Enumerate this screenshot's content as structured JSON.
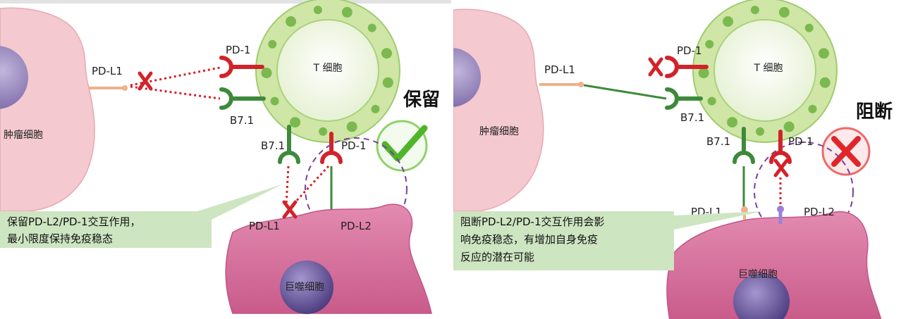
{
  "left": {
    "tumor_cell": "肿瘤细胞",
    "pd_l1_top": "PD-L1",
    "pd_1_top": "PD-1",
    "b71_top": "B7.1",
    "t_cell": "T 细胞",
    "status": "保留",
    "b71_bottom": "B7.1",
    "pd_1_bottom": "PD-1",
    "pd_l1_bottom": "PD-L1",
    "pd_l2": "PD-L2",
    "macrophage": "巨噬细胞",
    "callout": [
      "保留PD-L2/PD-1交互作用，",
      "最小限度保持免疫稳态"
    ]
  },
  "right": {
    "tumor_cell": "肿瘤细胞",
    "pd_l1_top": "PD-L1",
    "pd_1_top": "PD-1",
    "b71_top": "B7.1",
    "t_cell": "T 细胞",
    "status": "阻断",
    "b71_bottom": "B7.1",
    "pd_1_bottom": "PD-1",
    "pd_l1_bottom": "PD-L1",
    "pd_l2": "PD-L2",
    "macrophage": "巨噬细胞",
    "callout": [
      "阻断PD-L2/PD-1交互作用会影",
      "响免疫稳态，有增加自身免疫",
      "反应的潜在可能"
    ]
  },
  "colors": {
    "tumor": "#f4c9cf",
    "macrophage": "#d5709b",
    "nucleus": "#5c4a8c",
    "t_cell_outer": "#cfe6a6",
    "t_cell_granule": "#7bb94f",
    "pd1_red": "#d2232a",
    "b71_green": "#3d8a3a",
    "pd_l1_orange": "#f0b08a",
    "pd_l2_purple": "#9a80d8",
    "dashed_circle": "#7b3fa0",
    "callout_bg": "#cde5c1"
  }
}
